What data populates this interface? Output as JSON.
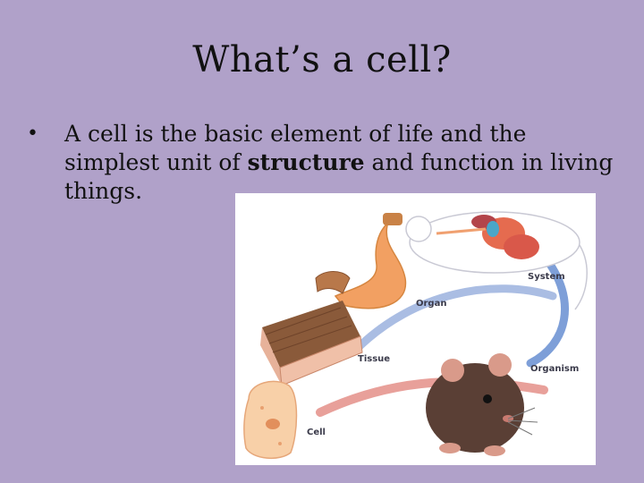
{
  "slide": {
    "title": "What’s a cell?",
    "bullet_marker": "•",
    "bullet": {
      "before": "A cell is the basic element of life and the simplest unit of ",
      "bold": "structure",
      "after": " and function in living things."
    }
  },
  "figure": {
    "labels": {
      "system": "System",
      "organ": "Organ",
      "tissue": "Tissue",
      "organism": "Organism",
      "cell": "Cell"
    }
  }
}
